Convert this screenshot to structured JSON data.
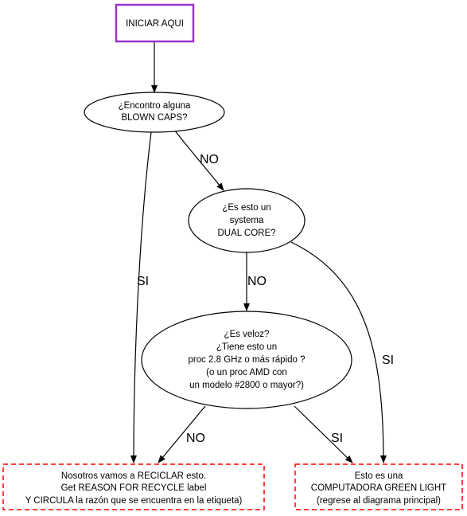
{
  "nodes": {
    "start": {
      "lines": [
        "INICIAR AQUI"
      ]
    },
    "q_blown_caps": {
      "lines": [
        "¿Encontro alguna",
        "BLOWN CAPS?"
      ]
    },
    "q_dual_core": {
      "lines": [
        "¿Es esto un",
        "systema",
        "DUAL CORE?"
      ]
    },
    "q_fast": {
      "lines": [
        "¿Es veloz?",
        "¿Tiene esto un",
        "proc 2.8 GHz o más rápido ?",
        "(o un proc AMD  con",
        "un modelo #2800 o mayor?)"
      ]
    },
    "recycle": {
      "lines": [
        "Nosotros vamos a RECICLAR esto.",
        "Get REASON FOR RECYCLE label",
        "Y CIRCULA la razón que se encuentra en la etiqueta)"
      ]
    },
    "green_light": {
      "lines": [
        "Esto es una",
        "COMPUTADORA GREEN LIGHT",
        "(regrese al diagrama principal)"
      ]
    }
  },
  "edges": {
    "blown_to_dual_label": "NO",
    "blown_to_recycle_label": "SI",
    "dual_to_fast_label": "NO",
    "dual_to_green_label": "SI",
    "fast_to_recycle_label": "NO",
    "fast_to_green_label": "SI"
  },
  "colors": {
    "start_border": "#9a32cd",
    "terminal_border": "#ff0000",
    "line": "#000000"
  }
}
